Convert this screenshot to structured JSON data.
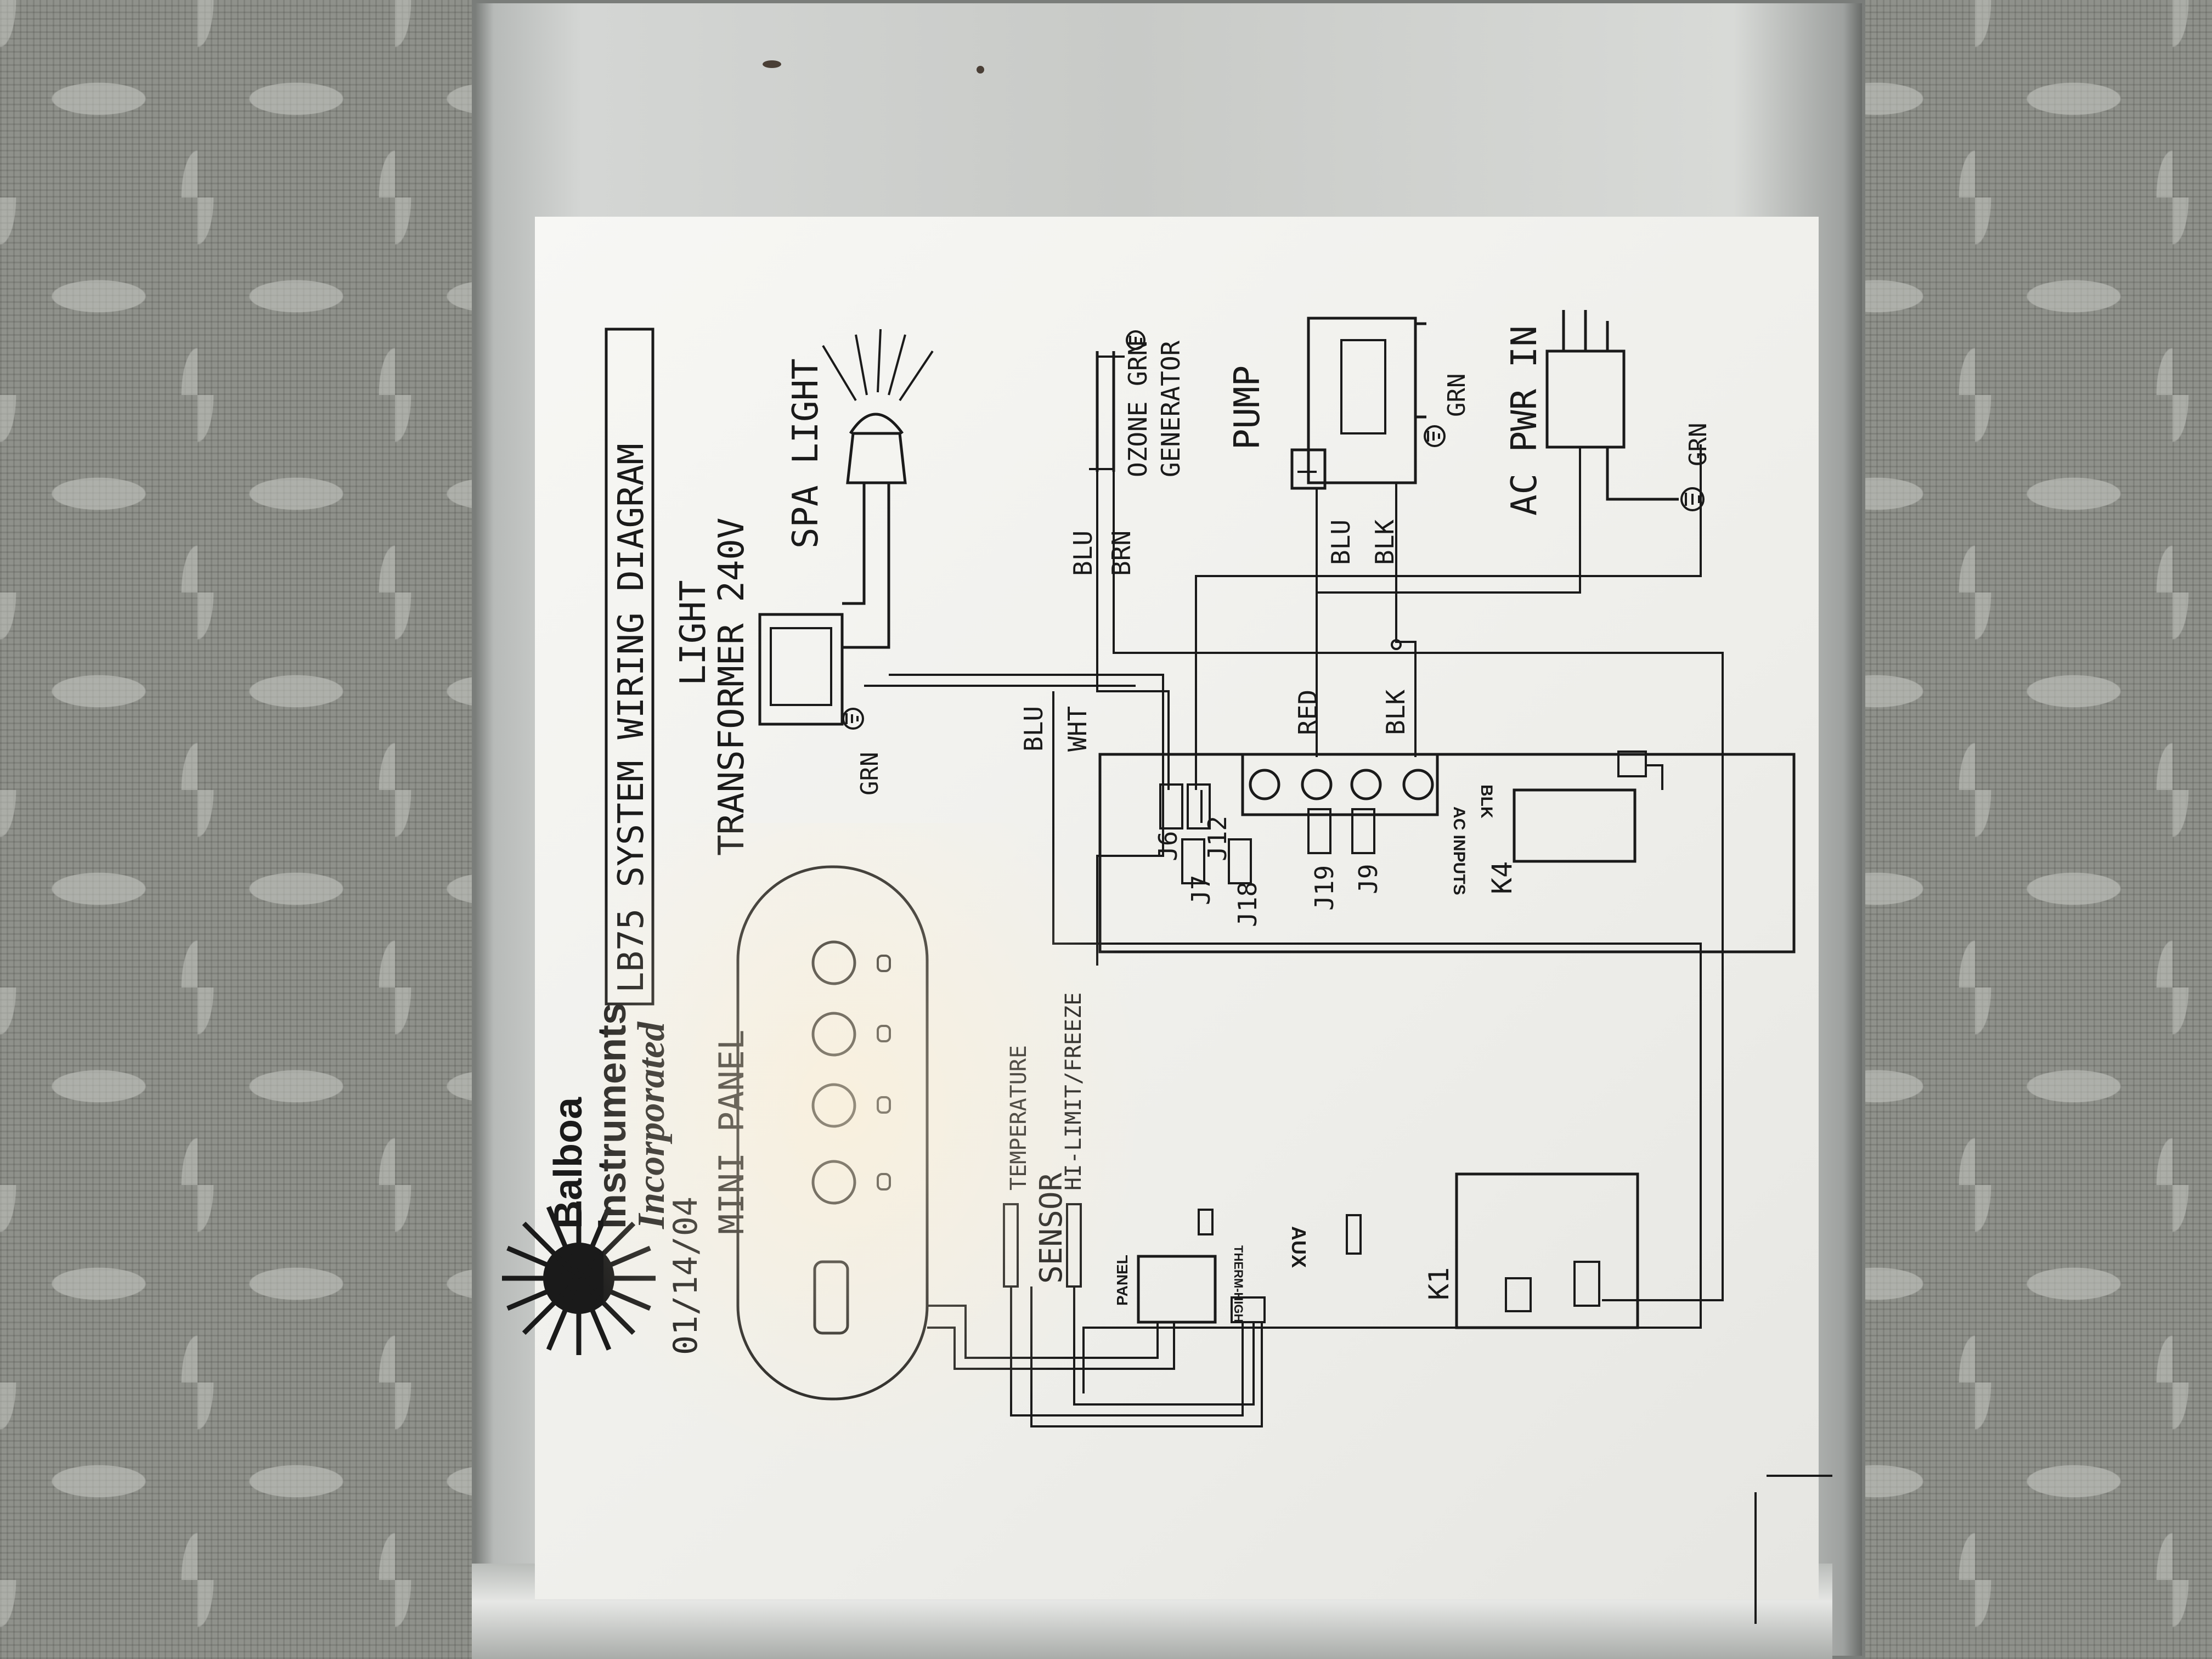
{
  "title": "LB75 SYSTEM WIRING DIAGRAM",
  "brand": {
    "line1": "Balboa",
    "line2": "Instruments",
    "line3": "Incorporated"
  },
  "date": "01/14/04",
  "labels": {
    "mini_panel": "MINI PANEL",
    "light_transformer_1": "LIGHT",
    "light_transformer_2": "TRANSFORMER 240V",
    "spa_light": "SPA LIGHT",
    "ozone_1": "OZONE GRN",
    "ozone_2": "GENERATOR",
    "pump": "PUMP",
    "ac_pwr_in": "AC PWR IN",
    "temperature": "TEMPERATURE",
    "hi_limit": "HI-LIMIT/FREEZE",
    "sensor": "SENSOR",
    "panel": "PANEL",
    "aux": "AUX",
    "ac_inputs": "AC INPUTS",
    "therm_high": "THERM-HIGH",
    "blk_board": "BLK"
  },
  "wires": {
    "blu_1": "BLU",
    "brn": "BRN",
    "blu_2": "BLU",
    "blk_1": "BLK",
    "blu_3": "BLU",
    "wht": "WHT",
    "red": "RED",
    "blk_2": "BLK",
    "grn_transformer": "GRN",
    "grn_pump": "GRN",
    "grn_ac": "GRN"
  },
  "connectors": {
    "j6": "J6",
    "j12": "J12",
    "j7": "J7",
    "j18": "J18",
    "j19": "J19",
    "j9": "J9",
    "k4": "K4",
    "k1": "K1"
  },
  "colors": {
    "ink": "#1a1a1a",
    "label_bg": "#f2f2ee",
    "plate": "#cfd1ce",
    "mat": "#8f918b"
  }
}
